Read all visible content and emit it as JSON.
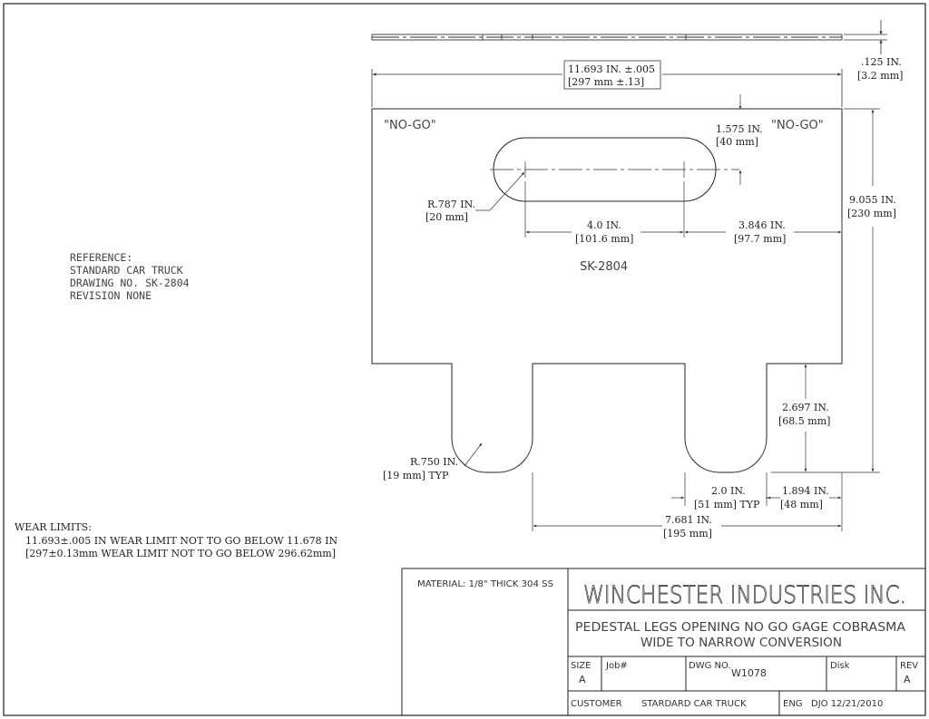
{
  "reference": {
    "heading": "REFERENCE:",
    "line1": "STANDARD CAR TRUCK",
    "line2": "DRAWING NO. SK-2804",
    "line3": "REVISION NONE"
  },
  "wear_limits": {
    "heading": "WEAR LIMITS:",
    "line1": "11.693±.005 IN  WEAR LIMIT NOT TO GO BELOW 11.678 IN",
    "line2": "[297±0.13mm WEAR LIMIT NOT TO GO BELOW 296.62mm]"
  },
  "part": {
    "nogo_left": "\"NO-GO\"",
    "nogo_right": "\"NO-GO\"",
    "part_id": "SK-2804"
  },
  "dimensions": {
    "width_in": "11.693 IN. ±.005",
    "width_mm": "[297  mm ±.13]",
    "thickness_in": ".125 IN.",
    "thickness_mm": "[3.2 mm]",
    "height_in": "9.055 IN.",
    "height_mm": "[230 mm]",
    "slot_top_in": "1.575 IN.",
    "slot_top_mm": "[40 mm]",
    "slot_radius_in": "R.787 IN.",
    "slot_radius_mm": "[20 mm]",
    "slot_center_in": "4.0 IN.",
    "slot_center_mm": "[101.6 mm]",
    "slot_right_in": "3.846 IN.",
    "slot_right_mm": "[97.7 mm]",
    "leg_height_in": "2.697 IN.",
    "leg_height_mm": "[68.5 mm]",
    "leg_radius_in": "R.750 IN.",
    "leg_radius_mm": "[19 mm]  TYP",
    "leg_width_in": "2.0 IN.",
    "leg_width_mm": "[51 mm] TYP",
    "leg_offset_in": "1.894 IN.",
    "leg_offset_mm": "[48 mm]",
    "leg_span_in": "7.681 IN.",
    "leg_span_mm": "[195 mm]"
  },
  "title_block": {
    "material": "MATERIAL: 1/8\" THICK 304 SS",
    "company": "WINCHESTER INDUSTRIES INC.",
    "description_1": "PEDESTAL LEGS OPENING NO GO GAGE COBRASMA",
    "description_2": "WIDE TO NARROW CONVERSION",
    "size_label": "SIZE",
    "size_value": "A",
    "job_label": "Job#",
    "dwg_label": "DWG NO.",
    "dwg_value": "W1078",
    "disk_label": "Disk",
    "rev_label": "REV",
    "rev_value": "A",
    "customer_label": "CUSTOMER",
    "customer_value": "STARDARD CAR TRUCK",
    "eng_label": "ENG",
    "eng_value": "DJO 12/21/2010"
  }
}
